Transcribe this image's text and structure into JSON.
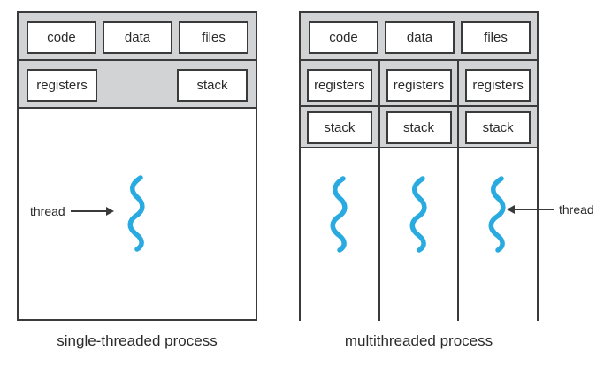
{
  "colors": {
    "panel_gray": "#d1d3d4",
    "line": "#3a3a3a",
    "thread_blue": "#29abe2",
    "text": "#2a2a2a",
    "box_fill": "#ffffff",
    "background": "#ffffff"
  },
  "left": {
    "caption": "single-threaded process",
    "top_boxes": [
      "code",
      "data",
      "files"
    ],
    "registers_label": "registers",
    "stack_label": "stack",
    "thread_label": "thread"
  },
  "right": {
    "caption": "multithreaded process",
    "top_boxes": [
      "code",
      "data",
      "files"
    ],
    "registers_label": "registers",
    "stack_label": "stack",
    "thread_label": "thread"
  }
}
